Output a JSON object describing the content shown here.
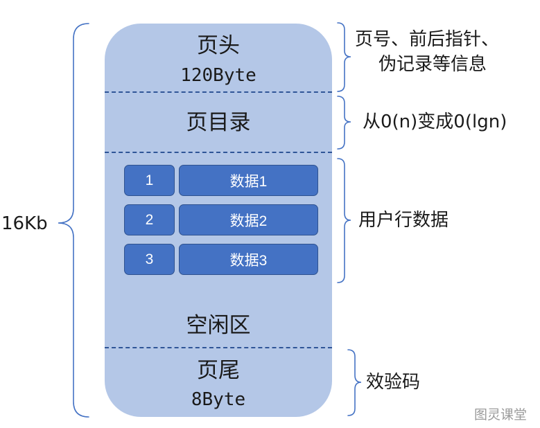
{
  "page": {
    "header": {
      "title": "页头",
      "size": "120Byte"
    },
    "directory": {
      "title": "页目录"
    },
    "user_rows": [
      {
        "num": "1",
        "data": "数据1"
      },
      {
        "num": "2",
        "data": "数据2"
      },
      {
        "num": "3",
        "data": "数据3"
      }
    ],
    "free_space": {
      "title": "空闲区"
    },
    "trailer": {
      "title": "页尾",
      "size": "8Byte"
    }
  },
  "annotations": {
    "total_size": "16Kb",
    "header_note_line1": "页号、前后指针、",
    "header_note_line2": "伪记录等信息",
    "directory_note": "从0(n)变成0(lgn)",
    "rows_note": "用户行数据",
    "trailer_note": "效验码"
  },
  "watermark": "图灵课堂",
  "colors": {
    "page_fill": "#b4c7e7",
    "record_fill": "#4472c4",
    "dash_line": "#2f5597",
    "brace": "#4472c4"
  }
}
